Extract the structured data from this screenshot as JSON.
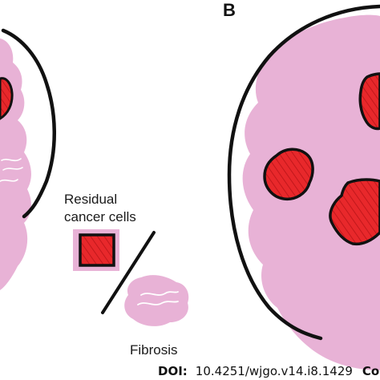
{
  "panel_b_label": "B",
  "legend": {
    "residual_line1": "Residual",
    "residual_line2": "cancer cells",
    "fibrosis": "Fibrosis"
  },
  "footer": {
    "doi_prefix": "DOI:",
    "doi_value": "10.4251/wjgo.v14.i8.1429",
    "copyright": "Copyrig"
  },
  "colors": {
    "tissue_pink": "#e8b2d6",
    "cancer_red": "#e8282b",
    "outline": "#111111",
    "background": "#ffffff"
  }
}
